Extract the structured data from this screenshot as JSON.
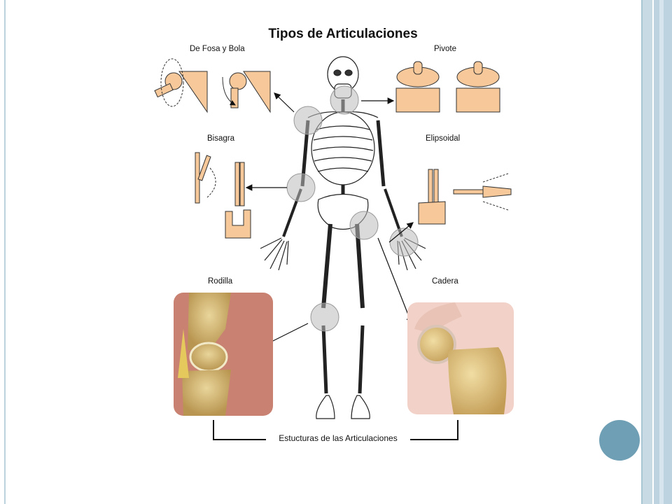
{
  "title": "Tipos de Articulaciones",
  "labels": {
    "ball_socket": "De Fosa y Bola",
    "pivot": "Pivote",
    "hinge": "Bisagra",
    "ellipsoid": "Elipsoidal",
    "knee": "Rodilla",
    "hip": "Cadera"
  },
  "caption": "Estucturas de las Articulaciones",
  "colors": {
    "bone_tan": "#f6c89a",
    "bone_outline": "#333333",
    "highlight": "#bbbbbb",
    "accent_dot": "#6f9fb4"
  }
}
